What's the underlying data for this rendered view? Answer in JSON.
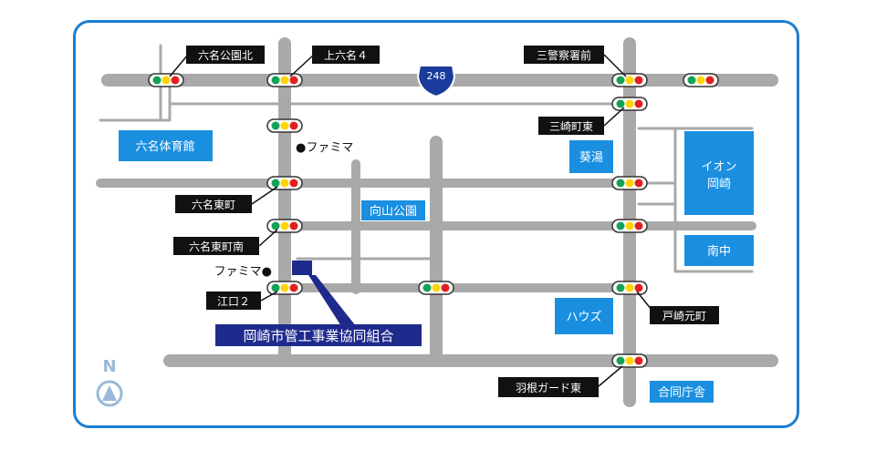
{
  "route": {
    "number": "248"
  },
  "intersections": [
    {
      "key": "rokumei-koen-kita",
      "label": "六名公園北"
    },
    {
      "key": "kami-rokumei-4",
      "label": "上六名４"
    },
    {
      "key": "sankei-sassho-mae",
      "label": "三警察署前"
    },
    {
      "key": "misaki-cho-higashi",
      "label": "三崎町東"
    },
    {
      "key": "rokumei-higashi-machi",
      "label": "六名東町"
    },
    {
      "key": "rokumei-higashi-machi-minami",
      "label": "六名東町南"
    },
    {
      "key": "eguchi-2",
      "label": "江口２"
    },
    {
      "key": "tozaki-moto-machi",
      "label": "戸崎元町"
    },
    {
      "key": "hane-guard-higashi",
      "label": "羽根ガード東"
    }
  ],
  "places": [
    {
      "key": "rokumei-gym",
      "label": "六名体育館"
    },
    {
      "key": "aoi-yu",
      "label": "葵湯"
    },
    {
      "key": "aeon-okazaki",
      "label_line1": "イオン",
      "label_line2": "岡崎"
    },
    {
      "key": "mukaiyama-park",
      "label": "向山公園"
    },
    {
      "key": "minami-chu",
      "label": "南中"
    },
    {
      "key": "house",
      "label": "ハウズ"
    },
    {
      "key": "godo-chosha",
      "label": "合同庁舎"
    }
  ],
  "stores": [
    {
      "key": "famima-north",
      "label": "●ファミマ"
    },
    {
      "key": "famima-south",
      "label": "ファミマ●"
    }
  ],
  "destination": {
    "label": "岡崎市管工事業協同組合",
    "color": "#1e2a8c"
  },
  "compass": {
    "letter": "N"
  },
  "colors": {
    "frame": "#1a7fd1",
    "road": "#a9a9a9",
    "place": "#1a8fe0",
    "label_bg": "#111111",
    "signal_red": "#e02020",
    "signal_yellow": "#ffd400",
    "signal_green": "#13a05a"
  }
}
